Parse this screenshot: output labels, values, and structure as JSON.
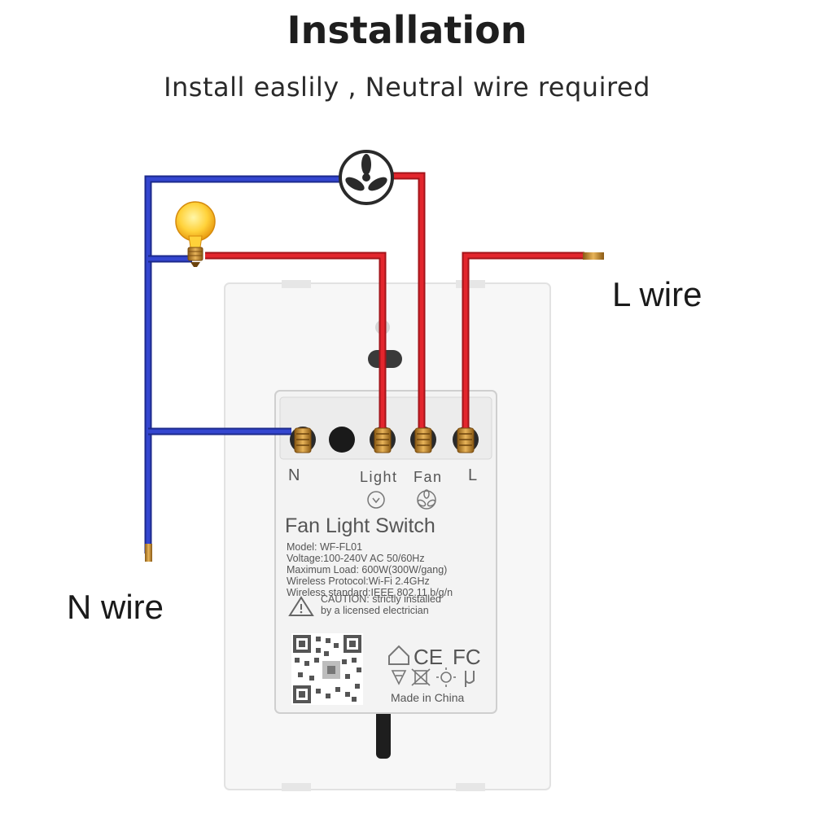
{
  "header": {
    "title": "Installation",
    "subtitle": "Install easlily , Neutral wire required"
  },
  "labels": {
    "l_wire": "L wire",
    "n_wire": "N wire"
  },
  "module": {
    "terminal_n": "N",
    "terminal_light": "Light",
    "terminal_fan": "Fan",
    "terminal_l": "L",
    "product_name": "Fan Light Switch",
    "spec_model": "Model: WF-FL01",
    "spec_voltage": "Voltage:100-240V AC 50/60Hz",
    "spec_load": "Maximum Load: 600W(300W/gang)",
    "spec_protocol": "Wireless Protocol:Wi-Fi 2.4GHz",
    "spec_standard": "Wireless standard:IEEE 802.11 b/g/n",
    "caution_line1": "CAUTION: strictly installed",
    "caution_line2": "by a licensed electrician",
    "cert_ce": "CE",
    "cert_fc": "FC",
    "made_in": "Made in China"
  },
  "colors": {
    "neutral_wire": "#2b3bb8",
    "live_wire": "#d8232a",
    "brass": "#c98a2e",
    "panel": "#f4f4f4"
  }
}
